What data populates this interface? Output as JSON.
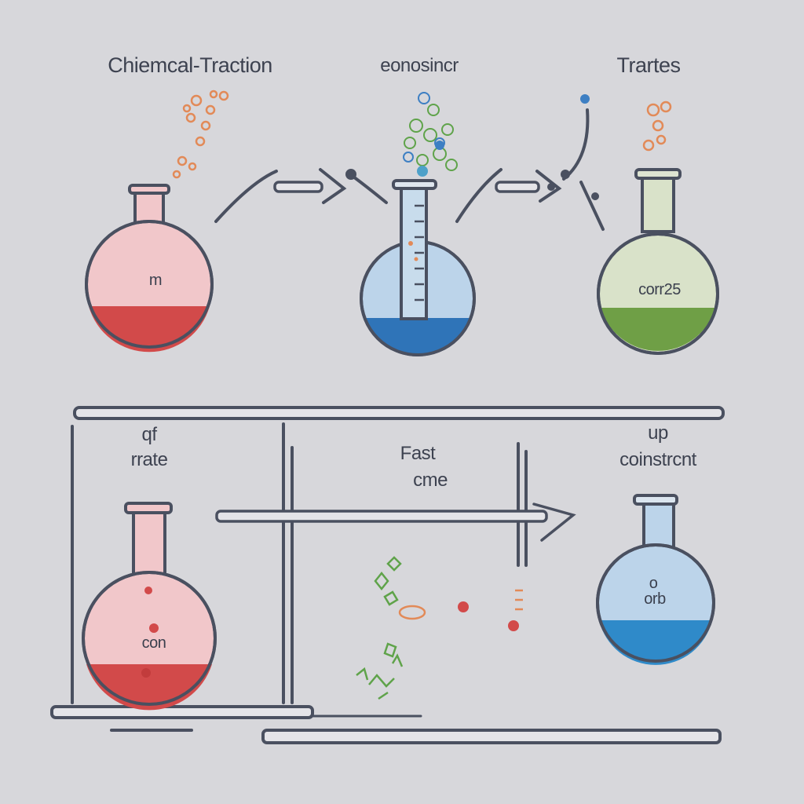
{
  "labels": {
    "top_left_title": "Chiemcal-Traction",
    "top_center_title": "eonosincr",
    "top_right_title": "Trartes",
    "flask1_text": "m",
    "flask3_text": "corr25",
    "bottom_left_small": "qf",
    "bottom_left_title": "rrate",
    "bottom_center_title": "Fast",
    "bottom_center_sub": "cme",
    "bottom_right_small": "up",
    "bottom_right_title": "coinstrcnt",
    "flask4_text": "con",
    "flask5_text_top": "o",
    "flask5_text": "orb"
  },
  "colors": {
    "background": "#d7d7db",
    "outline": "#4a5060",
    "red_liquid": "#d24a4a",
    "pink_glass": "#f1c7ca",
    "blue_liquid": "#2f74b8",
    "light_blue_glass": "#bcd4ea",
    "green_liquid": "#6f9f46",
    "light_green_glass": "#d9e2c9",
    "particle_orange": "#e28a58",
    "particle_green": "#5fa34a",
    "particle_blue": "#3d7fc3"
  }
}
